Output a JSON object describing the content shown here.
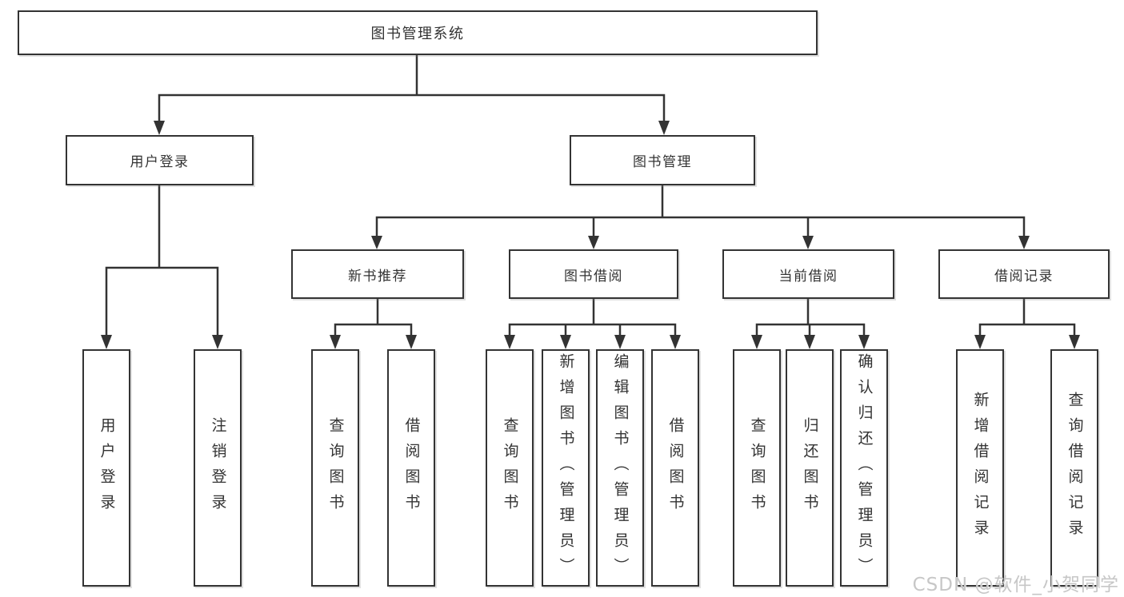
{
  "tree": {
    "root": "图书管理系统",
    "branches": [
      {
        "label": "用户登录",
        "children": [
          {
            "label": "用户登录"
          },
          {
            "label": "注销登录"
          }
        ]
      },
      {
        "label": "图书管理",
        "groups": [
          {
            "label": "新书推荐",
            "children": [
              {
                "label": "查询图书"
              },
              {
                "label": "借阅图书"
              }
            ]
          },
          {
            "label": "图书借阅",
            "children": [
              {
                "label": "查询图书"
              },
              {
                "label": "新增图书（管理员）"
              },
              {
                "label": "编辑图书（管理员）"
              },
              {
                "label": "借阅图书"
              }
            ]
          },
          {
            "label": "当前借阅",
            "children": [
              {
                "label": "查询图书"
              },
              {
                "label": "归还图书"
              },
              {
                "label": "确认归还（管理员）"
              }
            ]
          },
          {
            "label": "借阅记录",
            "children": [
              {
                "label": "新增借阅记录"
              },
              {
                "label": "查询借阅记录"
              }
            ]
          }
        ]
      }
    ]
  },
  "watermark": "CSDN @软件_小贺同学",
  "colors": {
    "line": "#333333",
    "box_border": "#333333",
    "background": "#ffffff",
    "watermark": "#c7c7c7"
  }
}
